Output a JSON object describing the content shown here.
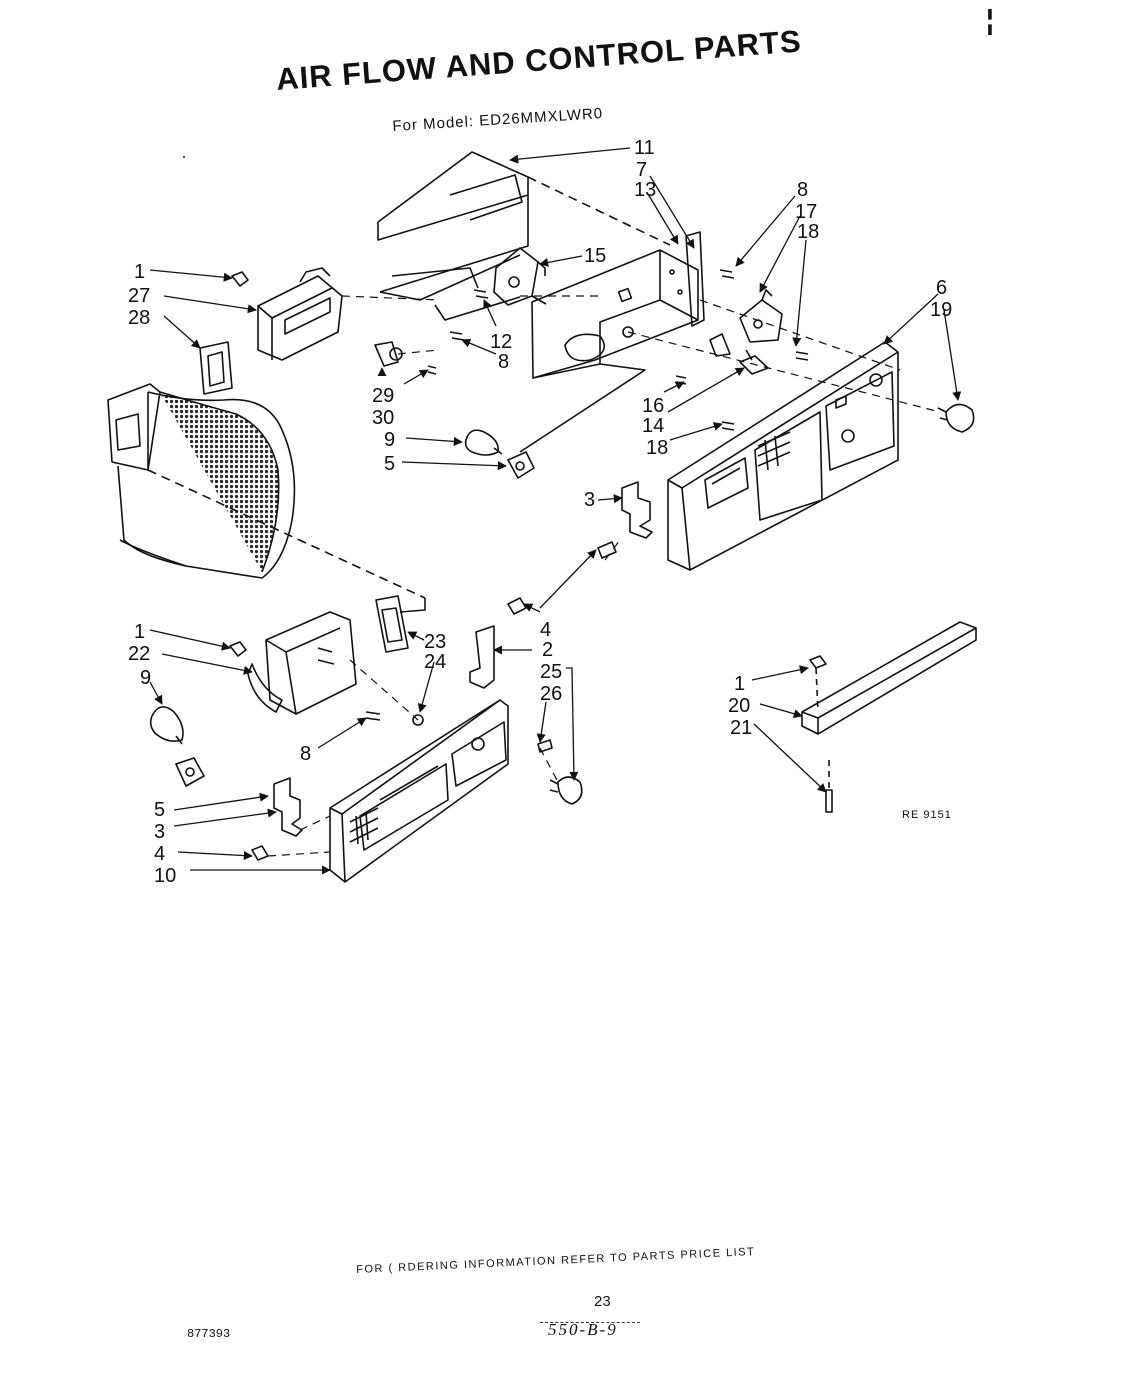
{
  "header": {
    "title": "AIR FLOW AND CONTROL PARTS",
    "model_label": "For Model: ED26MMXLWR0",
    "corner_mark": "¦"
  },
  "diagram": {
    "reference": "RE 9151",
    "callouts": [
      "11",
      "7",
      "13",
      "8",
      "17",
      "18",
      "15",
      "1",
      "27",
      "28",
      "12",
      "8",
      "29",
      "30",
      "6",
      "19",
      "16",
      "14",
      "18",
      "9",
      "5",
      "3",
      "4",
      "1",
      "22",
      "9",
      "23",
      "24",
      "2",
      "25",
      "26",
      "1",
      "20",
      "21",
      "8",
      "5",
      "3",
      "4",
      "10"
    ]
  },
  "footer": {
    "ordering_note": "FOR ( RDERING INFORMATION REFER TO PARTS PRICE LIST",
    "page_number": "23",
    "doc_number": "877393",
    "handwritten_note": "550-B-9"
  }
}
